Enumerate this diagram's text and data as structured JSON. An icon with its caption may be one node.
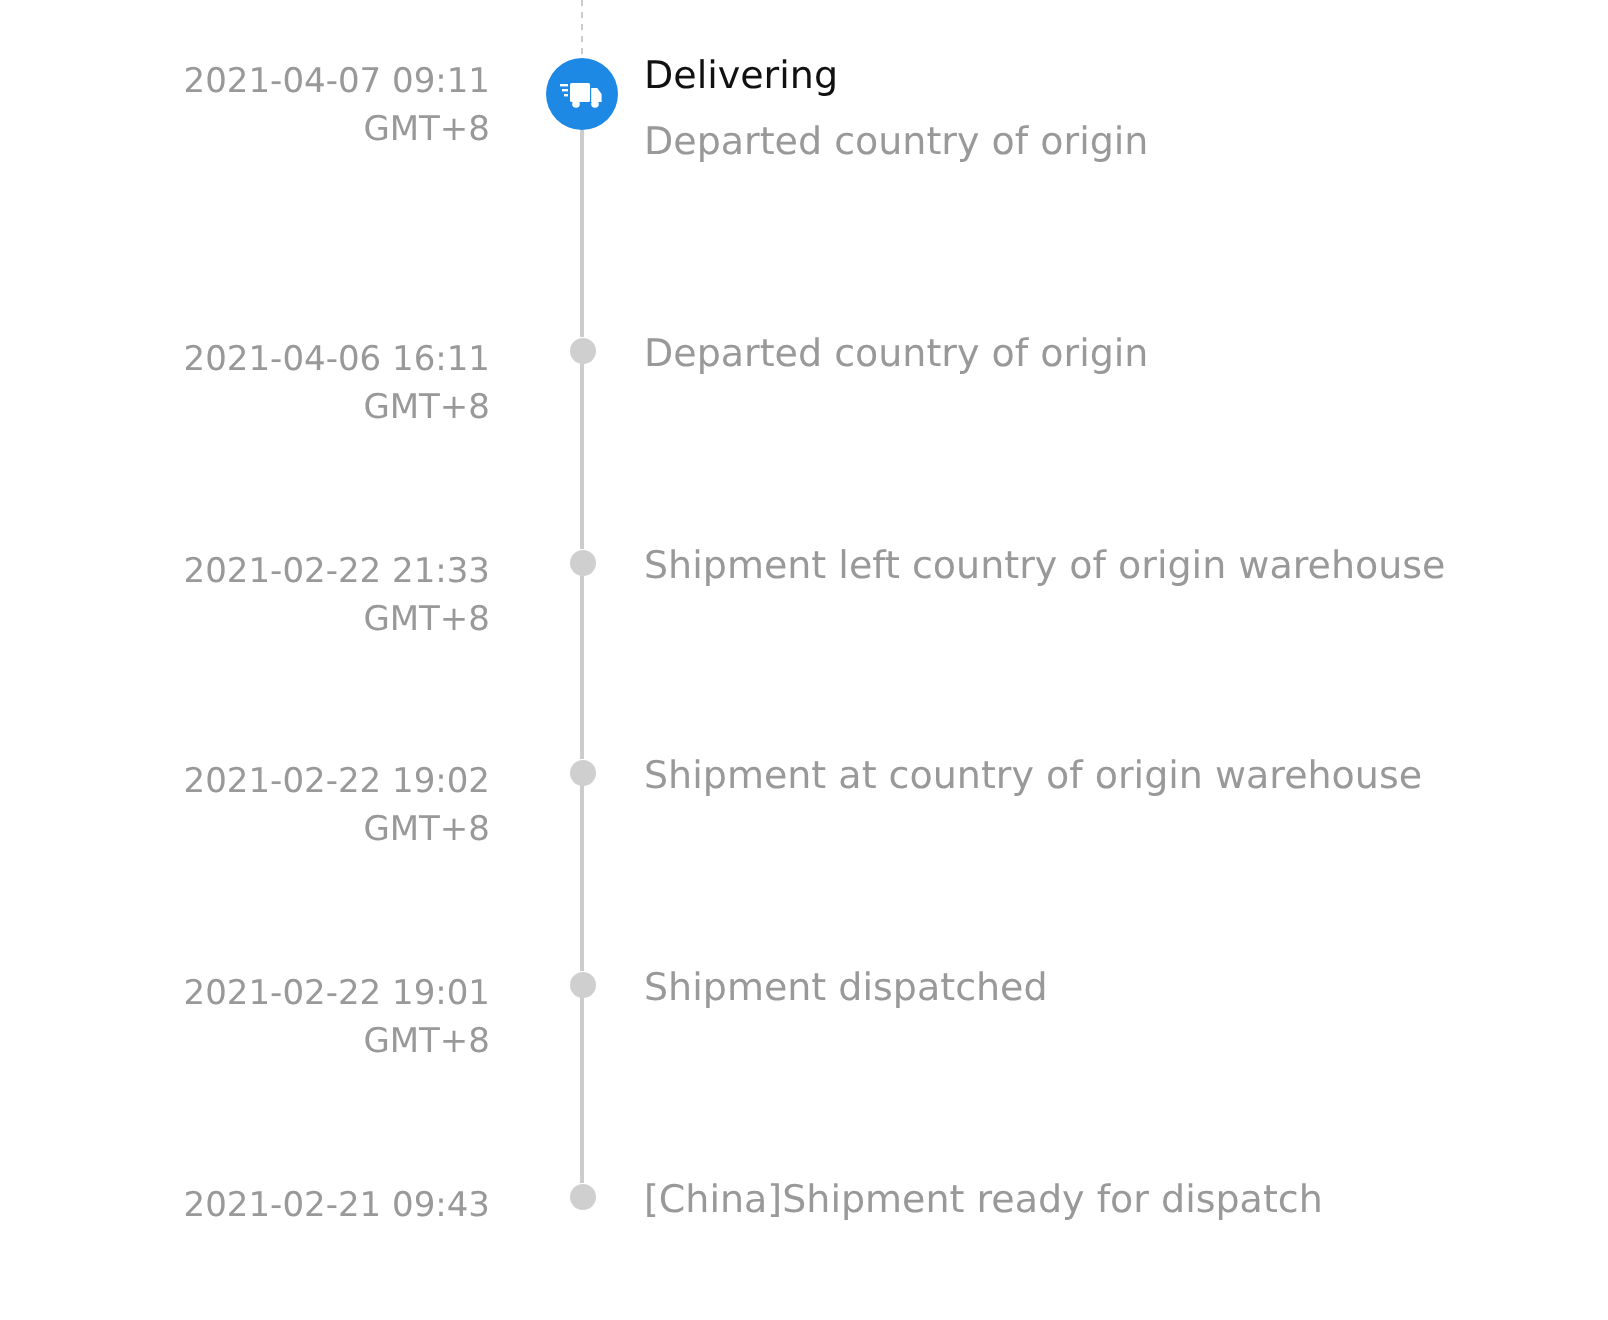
{
  "diagram": {
    "nodes": [
      {
        "text": [],
        "shape": "circle",
        "beside": [
          "2021-04-07 09:11 GMT+8",
          "Delivering",
          "Departed country of origin"
        ]
      },
      {
        "text": [],
        "shape": "circle",
        "beside": [
          "2021-04-06 16:11 GMT+8",
          "Departed country of origin"
        ]
      },
      {
        "text": [],
        "shape": "circle",
        "beside": [
          "2021-02-22 21:33 GMT+8",
          "Shipment left country of origin warehouse"
        ]
      },
      {
        "text": [],
        "shape": "circle",
        "beside": [
          "2021-02-22 19:02 GMT+8",
          "Shipment at country of origin warehouse"
        ]
      },
      {
        "text": [],
        "shape": "circle",
        "beside": [
          "2021-02-22 19:01 GMT+8",
          "Shipment dispatched"
        ]
      },
      {
        "text": [],
        "shape": "circle",
        "beside": [
          "2021-02-21 09:43",
          "[China]Shipment ready for dispatch"
        ]
      }
    ],
    "edges": [
      {
        "from": null,
        "to": 0,
        "arrow": "none",
        "style": "dashed"
      },
      {
        "from": 0,
        "to": 1,
        "arrow": "none"
      },
      {
        "from": 1,
        "to": 2,
        "arrow": "none"
      },
      {
        "from": 2,
        "to": 3,
        "arrow": "none"
      },
      {
        "from": 3,
        "to": 4,
        "arrow": "none"
      },
      {
        "from": 4,
        "to": 5,
        "arrow": "none"
      }
    ]
  }
}
